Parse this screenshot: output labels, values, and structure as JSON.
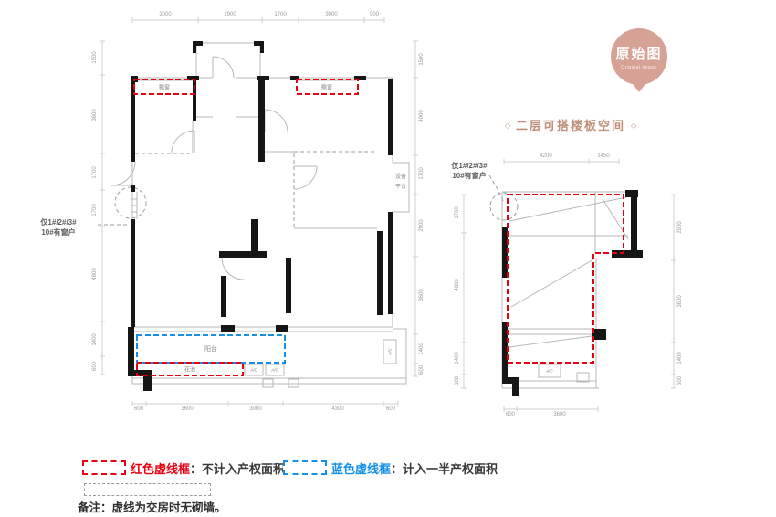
{
  "badge": {
    "title": "原始图",
    "subtitle": "Original Image",
    "color": "#d5a295"
  },
  "main_plan": {
    "dims": {
      "top": [
        "3000",
        "2900",
        "1700",
        "3000",
        "900"
      ],
      "left": [
        "1500",
        "3600",
        "1700",
        "1700",
        "4800",
        "1400",
        "600"
      ],
      "right": [
        "1500",
        "4000",
        "1700",
        "2900",
        "3600",
        "1400",
        "600"
      ],
      "bottom": [
        "600",
        "3600",
        "3000",
        "4300",
        "600"
      ]
    },
    "labels": {
      "bay_window_left": "飘窗",
      "bay_window_right": "飘窗",
      "equipment_platform_l1": "设备",
      "equipment_platform_l2": "平台",
      "balcony": "阳台",
      "flower_bed": "花池",
      "ac1": "A/C",
      "ac2": "A/C",
      "ac3": "A/C"
    },
    "window_note_l1": "仅1#/2#/3#",
    "window_note_l2": "10#有窗户"
  },
  "second_plan": {
    "title": "二层可搭楼板空间",
    "title_diamond": "◇",
    "dims": {
      "top": [
        "4200",
        "1450"
      ],
      "left": [
        "1700",
        "4800",
        "1400",
        "600"
      ],
      "right": [
        "2900",
        "3600",
        "1400",
        "600"
      ],
      "bottom": [
        "600",
        "3600"
      ]
    },
    "window_note_l1": "仅1#/2#/3#",
    "window_note_l2": "10#有窗户",
    "ac": "A/C"
  },
  "legend": {
    "red_label": "红色虚线框",
    "red_desc": "：不计入产权面积",
    "blue_label": "蓝色虚线框",
    "blue_desc": "：计入一半产权面积",
    "note": "备注：虚线为交房时无砌墙。"
  },
  "colors": {
    "red": "#e60012",
    "blue": "#1590e8",
    "wall": "#161616",
    "accent": "#bf8f79"
  }
}
